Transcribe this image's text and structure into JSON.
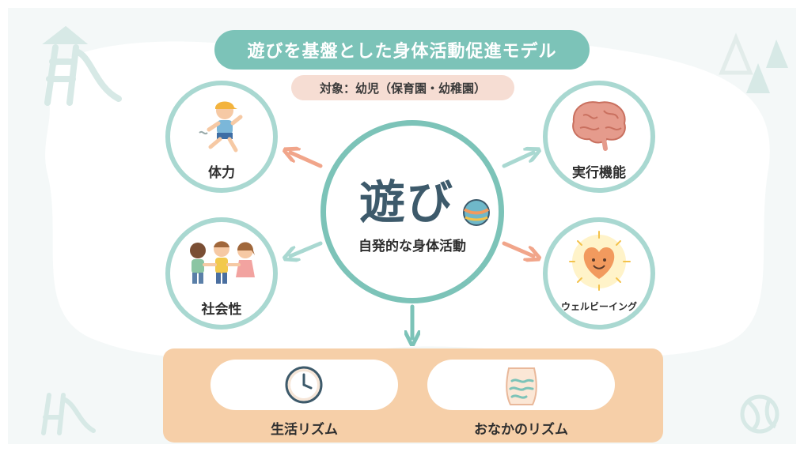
{
  "title": "遊びを基盤とした身体活動促進モデル",
  "target": "対象：幼児（保育園・幼稚園）",
  "center": {
    "main": "遊び",
    "sub": "自発的な身体活動"
  },
  "nodes": {
    "strength": "体力",
    "executive": "実行機能",
    "social": "社会性",
    "wellbeing": "ウェルビーイング"
  },
  "outcomes": {
    "life_rhythm": "生活リズム",
    "gut_rhythm": "おなかのリズム"
  },
  "colors": {
    "teal": "#7cc3b8",
    "light_teal": "#a9d8d1",
    "salmon": "#f1a58a",
    "peach_panel": "#f6cfa8",
    "target_pill": "#f6ddd3",
    "background_blob": "#eef6f4"
  },
  "icons": {
    "strength": "running-child-icon",
    "executive": "brain-icon",
    "social": "children-holding-hands-icon",
    "wellbeing": "heart-sun-icon",
    "center": "ball-icon",
    "life_rhythm": "clock-icon",
    "gut_rhythm": "belly-icon",
    "decor": [
      "slide-icon",
      "traffic-cone-icon",
      "beach-ball-icon"
    ]
  }
}
